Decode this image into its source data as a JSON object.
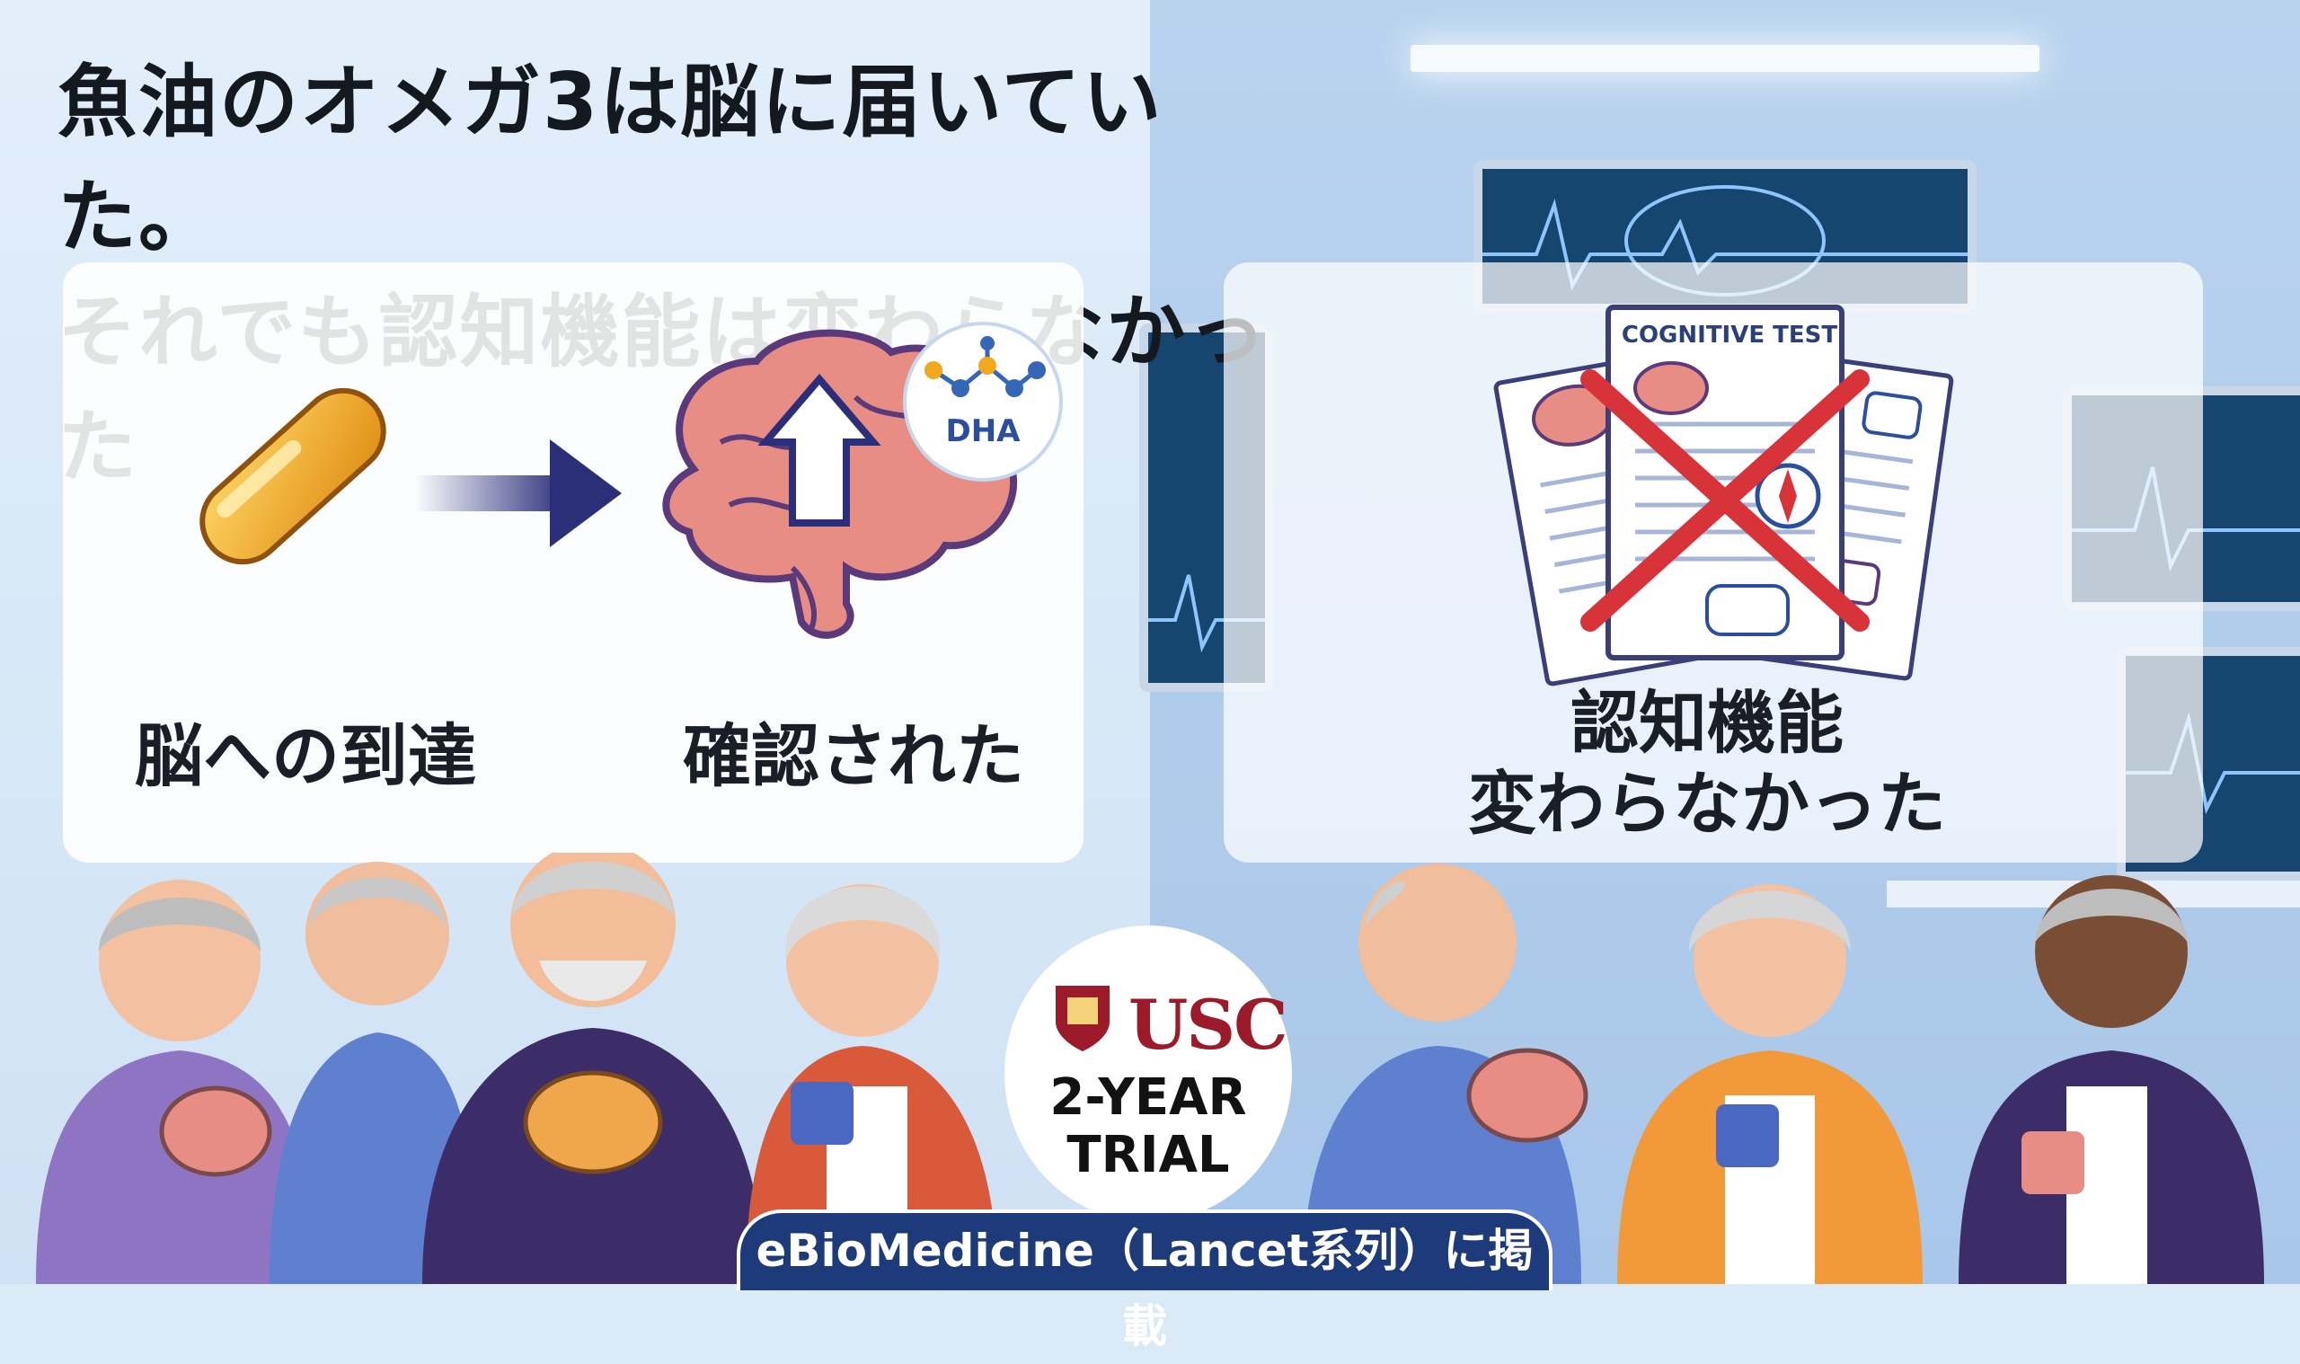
{
  "title": {
    "line1": "魚油のオメガ3は脳に届いていた。",
    "line2": "それでも認知機能は変わらなかった"
  },
  "left_panel": {
    "caption_left": "脳への到達",
    "caption_right": "確認された",
    "molecule_label": "DHA"
  },
  "right_panel": {
    "paper_heading": "COGNITIVE TEST",
    "caption_line1": "認知機能",
    "caption_line2": "変わらなかった"
  },
  "badge": {
    "institution": "USC",
    "trial_line1": "2-YEAR",
    "trial_line2": "TRIAL"
  },
  "journal_note": "eBioMedicine（Lancet系列）に掲載",
  "colors": {
    "title_text": "#14181f",
    "usc_red": "#9b1b2a",
    "journal_bar": "#1d3a7a",
    "cross_red": "#d9333a",
    "capsule": "#f2a81d",
    "brain": "#e88d84"
  }
}
